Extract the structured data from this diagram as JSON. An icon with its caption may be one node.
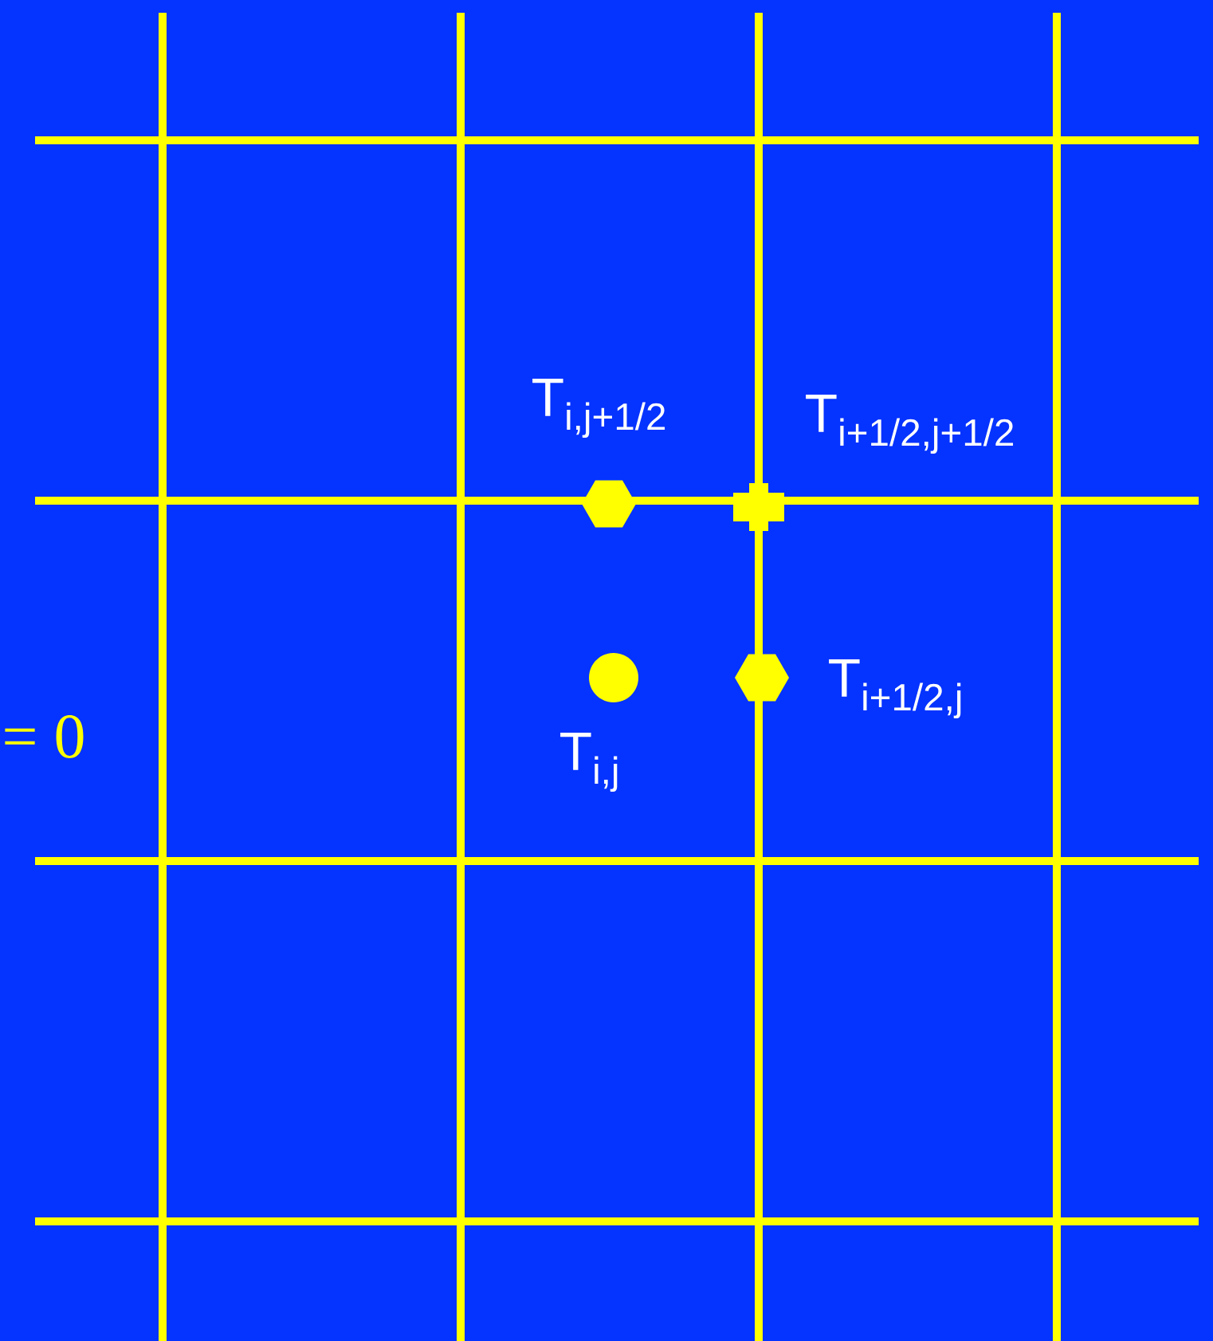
{
  "diagram": {
    "labels": [
      "T$_{i,j+1/2}$",
      "T$_{i+1/2,j+1/2}$",
      "T$_{i+1/2,j}$",
      "= 0",
      "T$_{i,j}$"
    ]
  }
}
